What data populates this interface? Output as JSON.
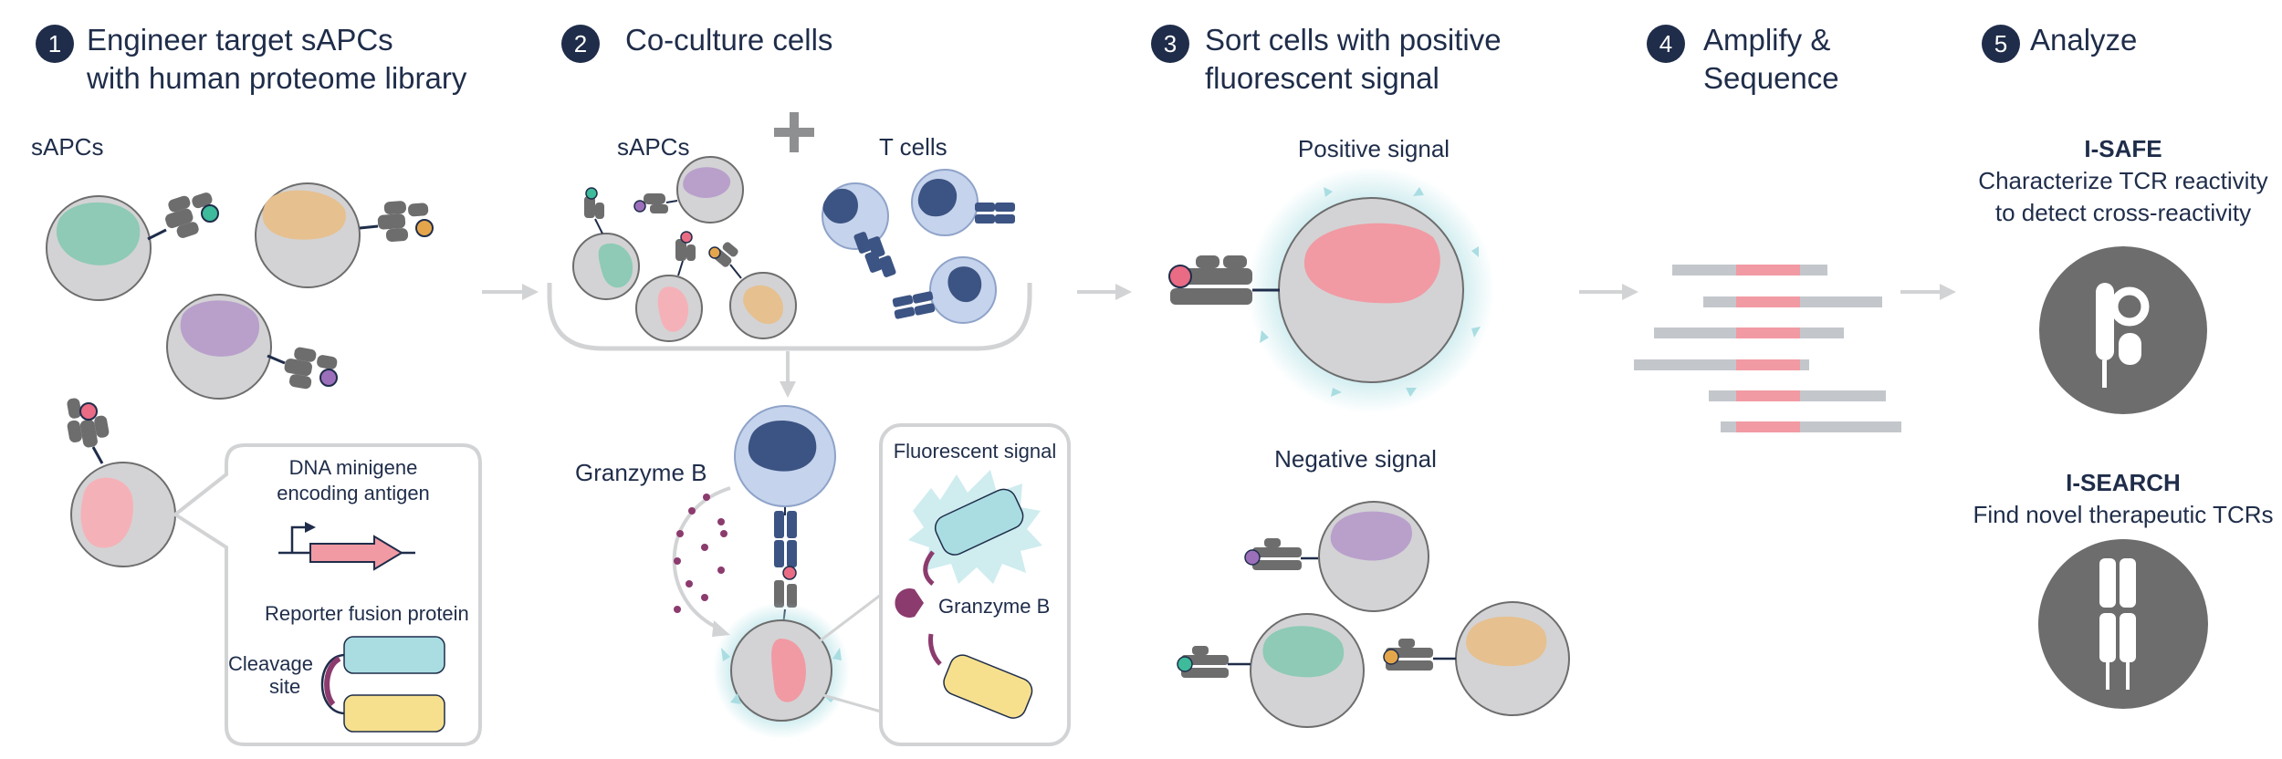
{
  "steps": [
    {
      "number": "1",
      "title_line1": "Engineer target sAPCs",
      "title_line2": "with human proteome library"
    },
    {
      "number": "2",
      "title_line1": "Co-culture cells",
      "title_line2": ""
    },
    {
      "number": "3",
      "title_line1": "Sort cells with positive",
      "title_line2": "fluorescent signal"
    },
    {
      "number": "4",
      "title_line1": "Amplify &",
      "title_line2": "Sequence"
    },
    {
      "number": "5",
      "title_line1": "Analyze",
      "title_line2": ""
    }
  ],
  "panel1": {
    "sapcs_label": "sAPCs",
    "dna_line1": "DNA minigene",
    "dna_line2": "encoding antigen",
    "reporter_label": "Reporter fusion protein",
    "cleavage_line1": "Cleavage",
    "cleavage_line2": "site"
  },
  "panel2": {
    "sapcs_label": "sAPCs",
    "tcells_label": "T cells",
    "granzyme_label": "Granzyme B",
    "fluorescent_label": "Fluorescent signal",
    "granzyme_inset_label": "Granzyme B"
  },
  "panel3": {
    "positive_label": "Positive signal",
    "negative_label": "Negative signal"
  },
  "panel5": {
    "isafe_title": "I-SAFE",
    "isafe_line1": "Characterize TCR reactivity",
    "isafe_line2": "to detect cross-reactivity",
    "isearch_title": "I-SEARCH",
    "isearch_line1": "Find novel therapeutic TCRs"
  },
  "colors": {
    "navy": "#1f2d4a",
    "cell_gray": "#d3d3d5",
    "receptor_gray": "#6d6d6e",
    "tcell_blue": "#c5d3ec",
    "nucleus_navy": "#3c5483",
    "pink": "#f19aa3",
    "teal": "#8ecab5",
    "tan": "#e6c08f",
    "lavender": "#b9a0cb",
    "light_blue": "#a9dde2",
    "yellow": "#f6e08e",
    "plum": "#8c3b6e",
    "arrow_gray": "#d2d3d5"
  }
}
